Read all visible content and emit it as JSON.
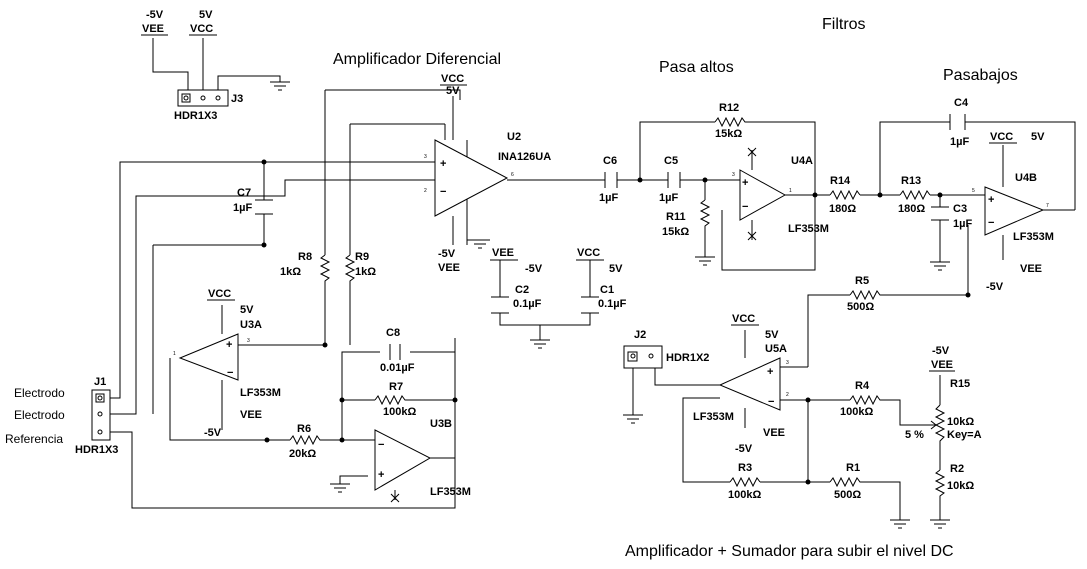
{
  "titles": {
    "filtros": "Filtros",
    "amp_dif": "Amplificador Diferencial",
    "pasa_altos": "Pasa altos",
    "pasabajos": "Pasabajos",
    "sumador": "Amplificador + Sumador para subir el nivel DC"
  },
  "supplies": {
    "j3_vee_val": "-5V",
    "j3_vee": "VEE",
    "j3_vcc_val": "5V",
    "j3_vcc": "VCC",
    "j3_ref": "J3",
    "j3_part": "HDR1X3",
    "u2_vcc": "VCC",
    "u2_5v": "5V",
    "u2_m5v": "-5V",
    "u2_vee": "VEE",
    "vee_dec": "VEE",
    "vee_dec_val": "-5V",
    "vcc_dec": "VCC",
    "vcc_dec_val": "5V",
    "u3a_vcc": "VCC",
    "u3a_5v": "5V",
    "u3a_vee": "VEE",
    "u3a_m5v": "-5V",
    "u4b_vcc": "VCC",
    "u4b_5v": "5V",
    "u4b_vee": "VEE",
    "u4b_m5v": "-5V",
    "u5a_vcc": "VCC",
    "u5a_5v": "5V",
    "u5a_vee": "VEE",
    "u5a_m5v": "-5V",
    "r15_m5v": "-5V",
    "r15_vee": "VEE"
  },
  "components": {
    "u2_ref": "U2",
    "u2_part": "INA126UA",
    "c7_ref": "C7",
    "c7_val": "1µF",
    "r8_ref": "R8",
    "r8_val": "1kΩ",
    "r9_ref": "R9",
    "r9_val": "1kΩ",
    "c6_ref": "C6",
    "c6_val": "1µF",
    "c5_ref": "C5",
    "c5_val": "1µF",
    "r12_ref": "R12",
    "r12_val": "15kΩ",
    "r11_ref": "R11",
    "r11_val": "15kΩ",
    "u4a_ref": "U4A",
    "u4a_part": "LF353M",
    "r14_ref": "R14",
    "r14_val": "180Ω",
    "r13_ref": "R13",
    "r13_val": "180Ω",
    "c4_ref": "C4",
    "c4_val": "1µF",
    "c3_ref": "C3",
    "c3_val": "1µF",
    "u4b_ref": "U4B",
    "u4b_part": "LF353M",
    "c2_ref": "C2",
    "c2_val": "0.1µF",
    "c1_ref": "C1",
    "c1_val": "0.1µF",
    "u3a_ref": "U3A",
    "u3a_part": "LF353M",
    "c8_ref": "C8",
    "c8_val": "0.01µF",
    "r7_ref": "R7",
    "r7_val": "100kΩ",
    "u3b_ref": "U3B",
    "u3b_part": "LF353M",
    "r6_ref": "R6",
    "r6_val": "20kΩ",
    "j1_ref": "J1",
    "j1_part": "HDR1X3",
    "j2_ref": "J2",
    "j2_part": "HDR1X2",
    "u5a_ref": "U5A",
    "u5a_part": "LF353M",
    "r5_ref": "R5",
    "r5_val": "500Ω",
    "r4_ref": "R4",
    "r4_val": "100kΩ",
    "r3_ref": "R3",
    "r3_val": "100kΩ",
    "r1_ref": "R1",
    "r1_val": "500Ω",
    "r15_ref": "R15",
    "r15_val": "10kΩ",
    "r15_key": "Key=A",
    "r15_pct": "5 %",
    "r2_ref": "R2",
    "r2_val": "10kΩ"
  },
  "inputs": {
    "electrodo1": "Electrodo",
    "electrodo2": "Electrodo",
    "referencia": "Referencia"
  },
  "pins": {
    "u2_in_top": "3",
    "u2_in_bot": "2",
    "u2_out": "6",
    "u4a_in": "3",
    "u4a_out": "1",
    "u4b_in": "5",
    "u4b_out": "7",
    "u3a_in": "3",
    "u3a_out": "1",
    "u5a_in": "3",
    "u5a_fb": "2"
  }
}
